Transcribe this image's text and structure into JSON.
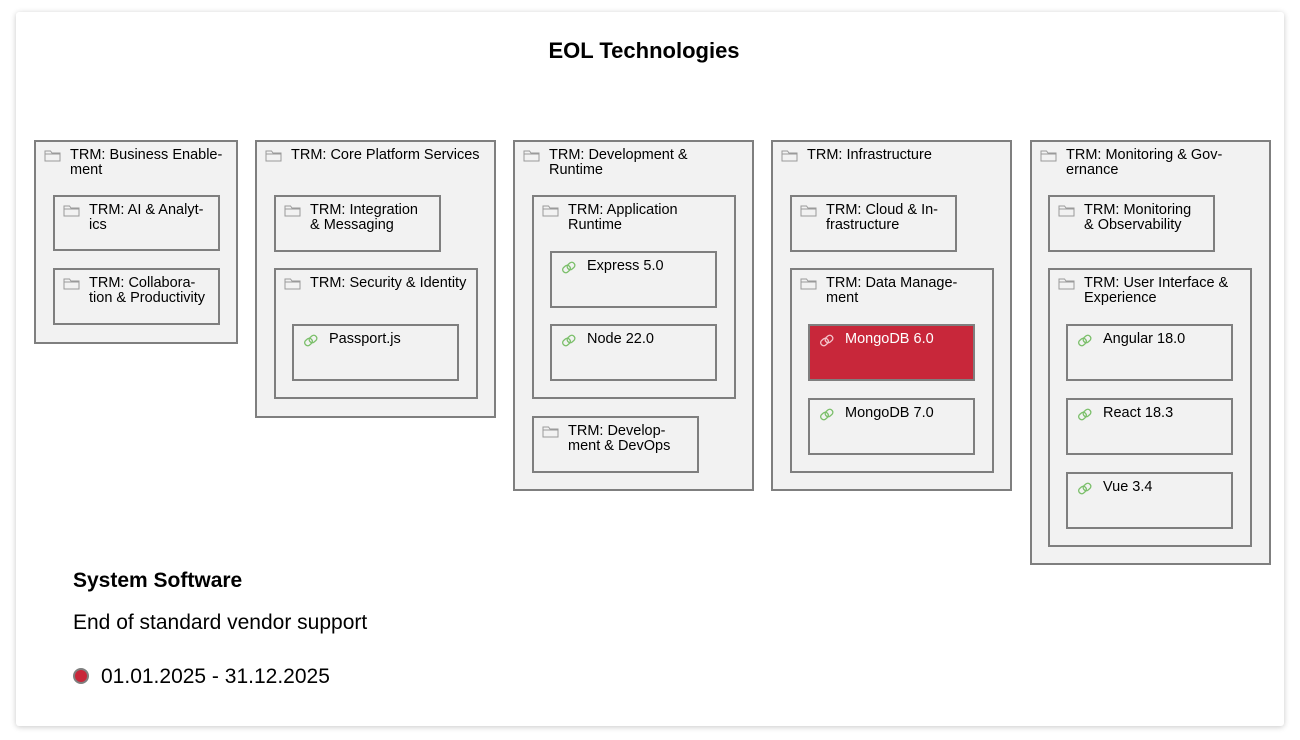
{
  "diagram": {
    "title": "EOL Technologies",
    "groups": {
      "business": "TRM: Business Enable-\nment",
      "ai": "TRM: AI & Analyt-\nics",
      "collab": "TRM: Collabora-\ntion & Productivity",
      "core": "TRM: Core Platform Services",
      "integration": "TRM: Integration\n& Messaging",
      "security": "TRM: Security & Identity",
      "dev": "TRM: Development &\nRuntime",
      "appruntime": "TRM: Application\nRuntime",
      "devops": "TRM: Develop-\nment & DevOps",
      "infra": "TRM: Infrastructure",
      "cloud": "TRM: Cloud & In-\nfrastructure",
      "datamgmt": "TRM: Data Manage-\nment",
      "monitoring": "TRM: Monitoring & Gov-\nernance",
      "observability": "TRM: Monitoring\n& Observability",
      "ui": "TRM: User Interface &\nExperience"
    },
    "technologies": {
      "passport": "Passport.js",
      "express": "Express 5.0",
      "node": "Node 22.0",
      "mongodb6": "MongoDB 6.0",
      "mongodb7": "MongoDB 7.0",
      "angular": "Angular 18.0",
      "react": "React 18.3",
      "vue": "Vue 3.4"
    }
  },
  "legend": {
    "title": "System Software",
    "subtitle": "End of standard vendor support",
    "range": "01.01.2025 - 31.12.2025",
    "color": "#c8273a"
  },
  "colors": {
    "highlight": "#c8273a",
    "box_fill": "#f2f2f2",
    "border": "#7f7f7f",
    "icon": "#7bbf6a"
  },
  "icons": {
    "group": "folder-icon",
    "technology": "component-icon"
  }
}
